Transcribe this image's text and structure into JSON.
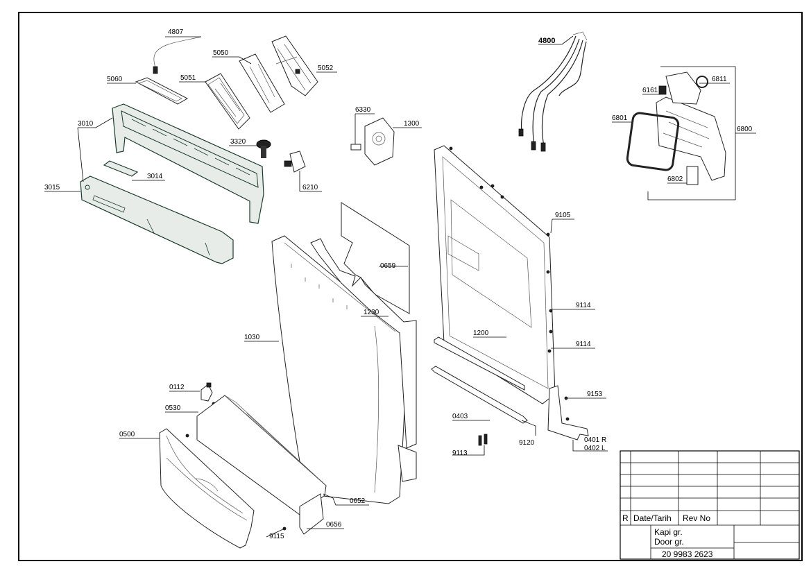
{
  "parts": [
    {
      "id": "4807",
      "label": "4807"
    },
    {
      "id": "5050",
      "label": "5050"
    },
    {
      "id": "5052",
      "label": "5052"
    },
    {
      "id": "5060",
      "label": "5060"
    },
    {
      "id": "5051",
      "label": "5051"
    },
    {
      "id": "3010",
      "label": "3010"
    },
    {
      "id": "3320",
      "label": "3320"
    },
    {
      "id": "3014",
      "label": "3014"
    },
    {
      "id": "3015",
      "label": "3015"
    },
    {
      "id": "6210",
      "label": "6210"
    },
    {
      "id": "6330",
      "label": "6330"
    },
    {
      "id": "1300",
      "label": "1300"
    },
    {
      "id": "4800",
      "label": "4800"
    },
    {
      "id": "6161",
      "label": "6161"
    },
    {
      "id": "6811",
      "label": "6811"
    },
    {
      "id": "6801",
      "label": "6801"
    },
    {
      "id": "6800",
      "label": "6800"
    },
    {
      "id": "6802",
      "label": "6802"
    },
    {
      "id": "9105",
      "label": "9105"
    },
    {
      "id": "0659",
      "label": "0659"
    },
    {
      "id": "1230",
      "label": "1230"
    },
    {
      "id": "9114a",
      "label": "9114"
    },
    {
      "id": "1030",
      "label": "1030"
    },
    {
      "id": "1200",
      "label": "1200"
    },
    {
      "id": "9114b",
      "label": "9114"
    },
    {
      "id": "0112",
      "label": "0112"
    },
    {
      "id": "9153",
      "label": "9153"
    },
    {
      "id": "0530",
      "label": "0530"
    },
    {
      "id": "0403",
      "label": "0403"
    },
    {
      "id": "0500",
      "label": "0500"
    },
    {
      "id": "0401",
      "label": "0401 R"
    },
    {
      "id": "0402",
      "label": "0402 L"
    },
    {
      "id": "9120",
      "label": "9120"
    },
    {
      "id": "9113",
      "label": "9113"
    },
    {
      "id": "0652",
      "label": "0652"
    },
    {
      "id": "9115",
      "label": "9115"
    },
    {
      "id": "0656",
      "label": "0656"
    }
  ],
  "title_block": {
    "r_label": "R",
    "date_label": "Date/Tarih",
    "rev_label": "Rev No",
    "name_tr": "Kapi gr.",
    "name_en": "Door gr.",
    "drawing_no": "20 9983 2623"
  }
}
